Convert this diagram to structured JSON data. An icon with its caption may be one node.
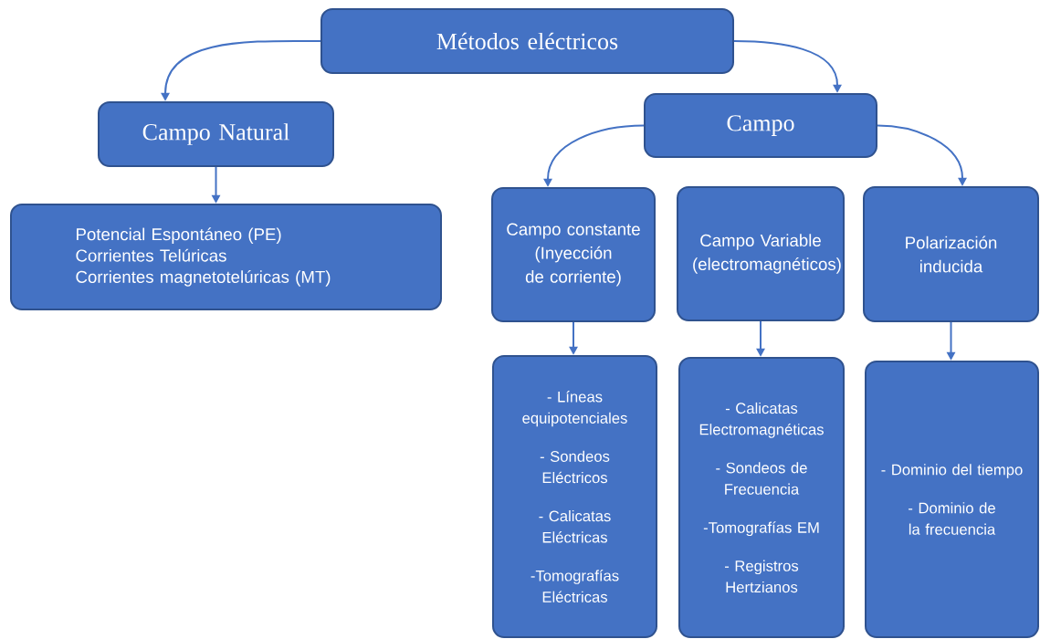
{
  "diagram": {
    "nodes": [
      {
        "text": [
          "Métodos eléctricos"
        ]
      },
      {
        "text": [
          "Campo Natural"
        ]
      },
      {
        "text": [
          "Potencial Espontáneo (PE)",
          "Corrientes Telúricas",
          "Corrientes magnetotelúricas (MT)"
        ]
      },
      {
        "text": [
          "Campo"
        ]
      },
      {
        "text": [
          "Campo constante (Inyección de corriente)"
        ]
      },
      {
        "text": [
          "Campo Variable (electromagnéticos)"
        ]
      },
      {
        "text": [
          "Polarización inducida"
        ]
      },
      {
        "text": [
          "- Líneas equipotenciales",
          "- Sondeos Eléctricos",
          "- Calicatas Eléctricas",
          "-Tomografías Eléctricas"
        ]
      },
      {
        "text": [
          "- Calicatas Electromagnéticas",
          "- Sondeos de Frecuencia",
          "-Tomografías EM",
          "- Registros Hertzianos"
        ]
      },
      {
        "text": [
          "- Dominio del tiempo",
          "- Dominio de la frecuencia"
        ]
      }
    ],
    "edges": [
      {
        "from": 0,
        "to": 1,
        "arrow": "to"
      },
      {
        "from": 0,
        "to": 3,
        "arrow": "to"
      },
      {
        "from": 1,
        "to": 2,
        "arrow": "to"
      },
      {
        "from": 3,
        "to": 4,
        "arrow": "to"
      },
      {
        "from": 3,
        "to": 6,
        "arrow": "to"
      },
      {
        "from": 4,
        "to": 7,
        "arrow": "to"
      },
      {
        "from": 5,
        "to": 8,
        "arrow": "to"
      },
      {
        "from": 6,
        "to": 9,
        "arrow": "to"
      }
    ]
  }
}
